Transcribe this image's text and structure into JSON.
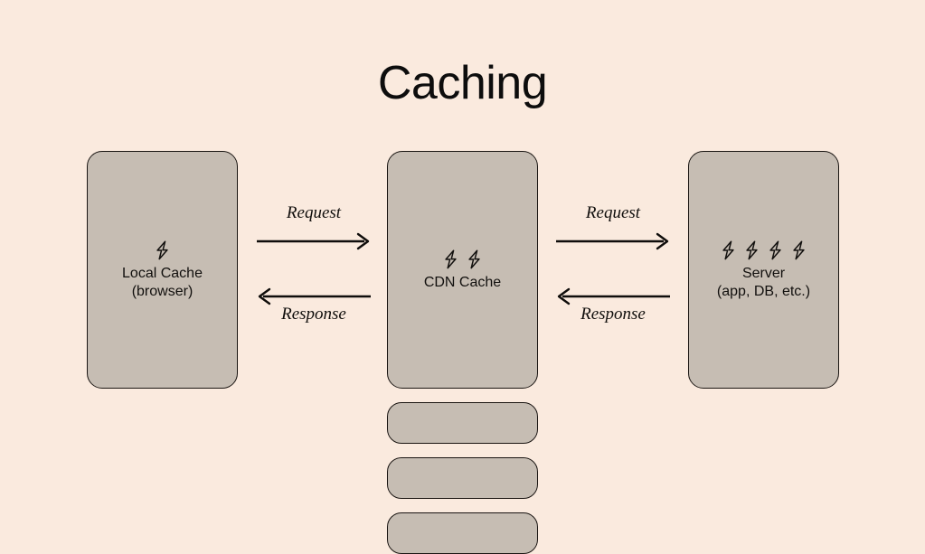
{
  "diagram": {
    "title": "Caching",
    "background_color": "#faeade",
    "node_fill_color": "#c6bdb3",
    "node_border_color": "#1a1512",
    "text_color": "#12100e",
    "nodes": [
      {
        "id": "local-cache",
        "label": "Local Cache\n(browser)",
        "icon": "lightning-bolt-icon",
        "icon_count": 1
      },
      {
        "id": "cdn-cache",
        "label": "CDN Cache",
        "icon": "lightning-bolt-icon",
        "icon_count": 2
      },
      {
        "id": "server",
        "label": "Server\n(app, DB, etc.)",
        "icon": "lightning-bolt-icon",
        "icon_count": 4
      }
    ],
    "connections": [
      {
        "id": "local-to-cdn",
        "request_label": "Request",
        "response_label": "Response",
        "request_direction": "right",
        "response_direction": "left"
      },
      {
        "id": "cdn-to-server",
        "request_label": "Request",
        "response_label": "Response",
        "request_direction": "right",
        "response_direction": "left"
      }
    ],
    "stack_boxes": [
      {
        "id": "cdn-stack-1",
        "label": ""
      },
      {
        "id": "cdn-stack-2",
        "label": ""
      },
      {
        "id": "cdn-stack-3",
        "label": ""
      }
    ]
  }
}
